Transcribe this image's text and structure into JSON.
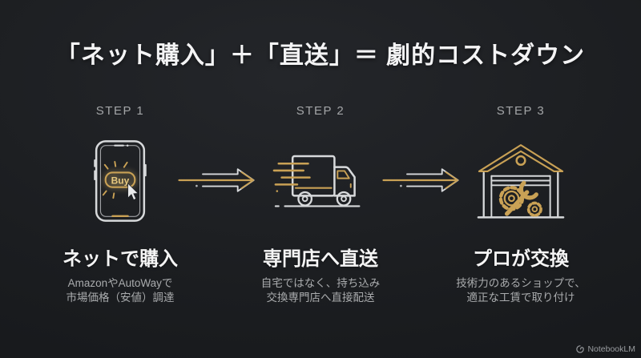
{
  "title": "「ネット購入」＋「直送」＝ 劇的コストダウン",
  "colors": {
    "gold": "#c9a155",
    "gold_bright": "#e6c77e",
    "silver": "#d7d9db",
    "title_text": "#f4f4f5",
    "step_label": "#a3a5a7",
    "heading_text": "#f5f5f5",
    "subtext": "#a9abad",
    "watermark": "#9a9da0",
    "background_center": "#24262a",
    "background_edge": "#131518"
  },
  "steps": [
    {
      "label": "STEP 1",
      "icon": "smartphone-buy-icon",
      "button_text": "Buy",
      "heading": "ネットで購入",
      "desc_line1": "AmazonやAutoWayで",
      "desc_line2": "市場価格（安値）調達"
    },
    {
      "label": "STEP 2",
      "icon": "delivery-truck-icon",
      "heading": "専門店へ直送",
      "desc_line1": "自宅ではなく、持ち込み",
      "desc_line2": "交換専門店へ直接配送"
    },
    {
      "label": "STEP 3",
      "icon": "garage-repair-icon",
      "heading": "プロが交換",
      "desc_line1": "技術力のあるショップで、",
      "desc_line2": "適正な工賃で取り付け"
    }
  ],
  "arrows": [
    {
      "icon": "arrow-right-icon"
    },
    {
      "icon": "arrow-right-icon"
    }
  ],
  "watermark": {
    "label": "NotebookLM",
    "icon": "notebooklm-logo-icon"
  }
}
